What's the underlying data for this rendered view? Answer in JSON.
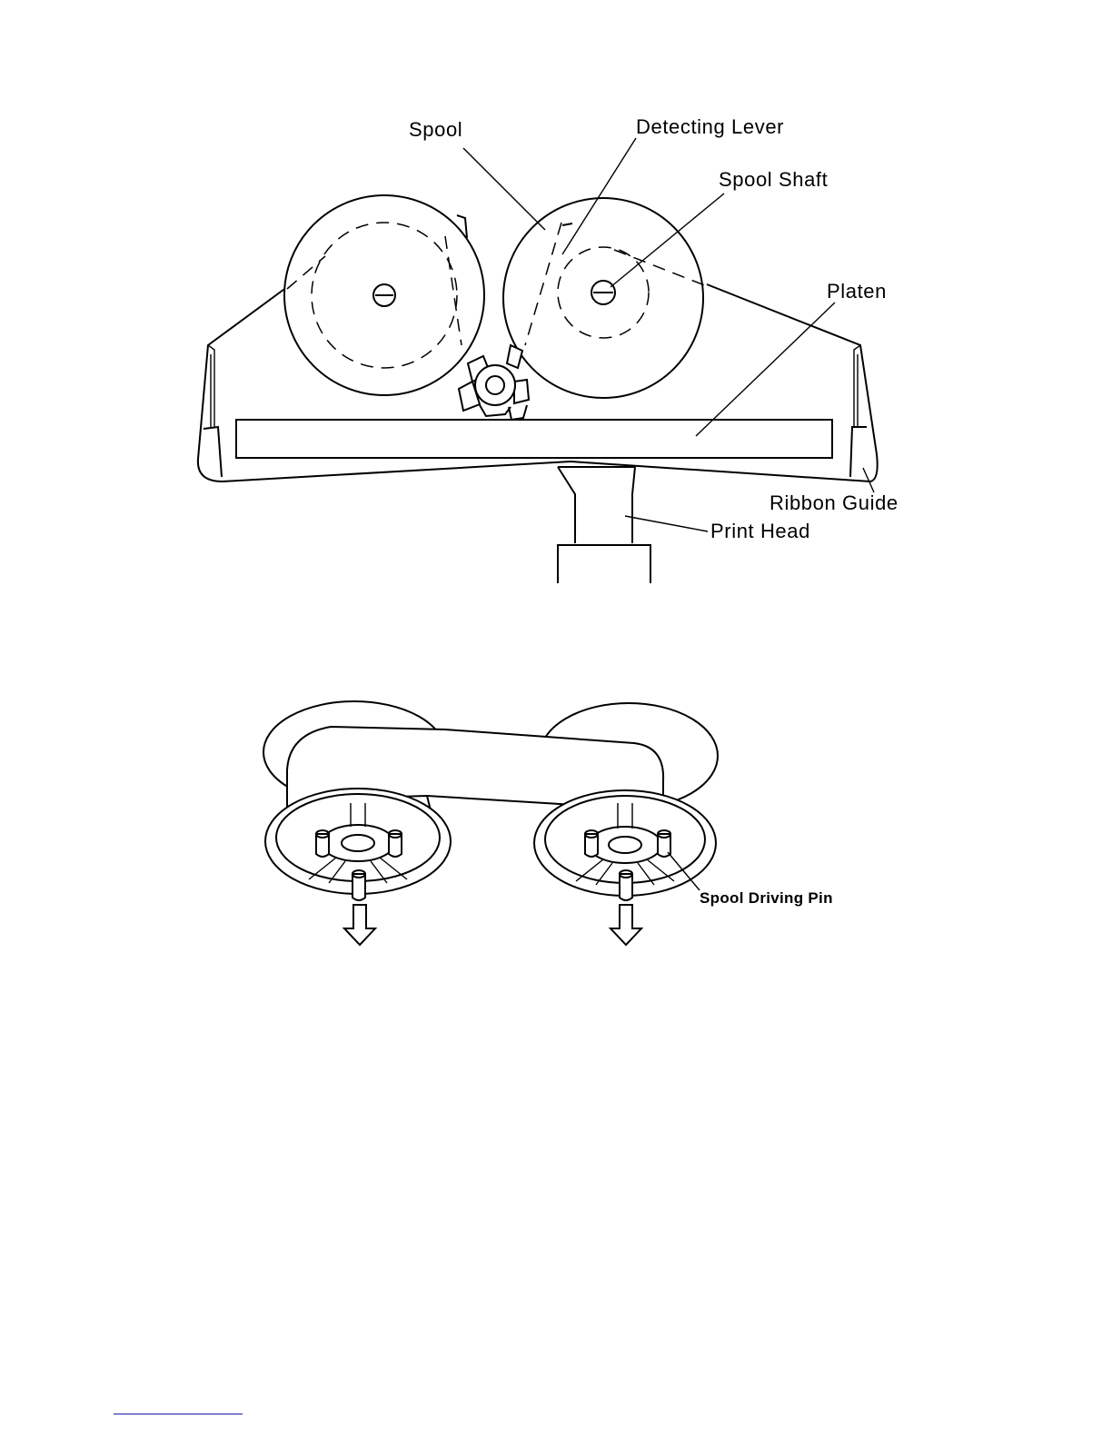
{
  "figure_top": {
    "labels": {
      "spool": "Spool",
      "detecting_lever": "Detecting Lever",
      "spool_shaft": "Spool Shaft",
      "platen": "Platen",
      "ribbon_guide": "Ribbon Guide",
      "print_head": "Print Head"
    }
  },
  "figure_bottom": {
    "labels": {
      "spool_driving_pin": "Spool Driving Pin"
    }
  },
  "colors": {
    "line": "#000000",
    "footer_rule": "#1a1aa6"
  }
}
